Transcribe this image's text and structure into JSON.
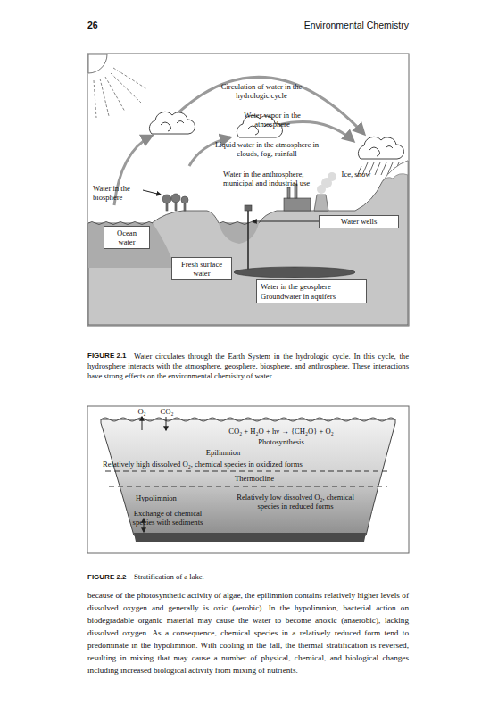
{
  "diagram": {
    "nodes": [
      {
        "text": [
          "Ocean water"
        ]
      },
      {
        "text": [
          "Fresh surface water"
        ]
      },
      {
        "text": [
          "Water wells"
        ]
      },
      {
        "text": [
          "Water in the geosphere Groundwater in aquifers"
        ]
      }
    ],
    "labels": [
      "26",
      "Environmental Chemistry",
      "Circulation of water in the hydrologic cycle",
      "Water vapor in the atmosphere",
      "Liquid water in the atmosphere in clouds, fog, rainfall",
      "Water in the anthrosphere, municipal and industrial use",
      "Ice, snow",
      "Water in the biosphere",
      "FIGURE 2.1",
      "Water circulates through the Earth System in the hydrologic cycle. In this cycle, the hydrosphere interacts with the atmosphere, geosphere, biosphere, and anthrosphere. These interactions have strong effects on the environmental chemistry of water.",
      "O₂",
      "CO₂",
      "CO₂ + H₂O + hν → {CH₂O} + O₂",
      "Photosynthesis",
      "Epilimnion",
      "Relatively high dissolved O₂, chemical species in oxidized forms",
      "Thermocline",
      "Hypolimnion",
      "Relatively low dissolved O₂, chemical species in reduced forms",
      "Exchange of chemical species with sediments",
      "FIGURE 2.2",
      "Stratification of a lake.",
      "because of the photosynthetic activity of algae, the epilimnion contains relatively higher levels of dissolved oxygen and generally is oxic (aerobic). In the hypolimnion, bacterial action on biodegradable organic material may cause the water to become anoxic (anaerobic), lacking dissolved oxygen. As a consequence, chemical species in a relatively reduced form tend to predominate in the hypolimnion. With cooling in the fall, the thermal stratification is reversed, resulting in mixing that may cause a number of physical, chemical, and biological changes including increased biological activity from mixing of nutrients."
    ]
  }
}
